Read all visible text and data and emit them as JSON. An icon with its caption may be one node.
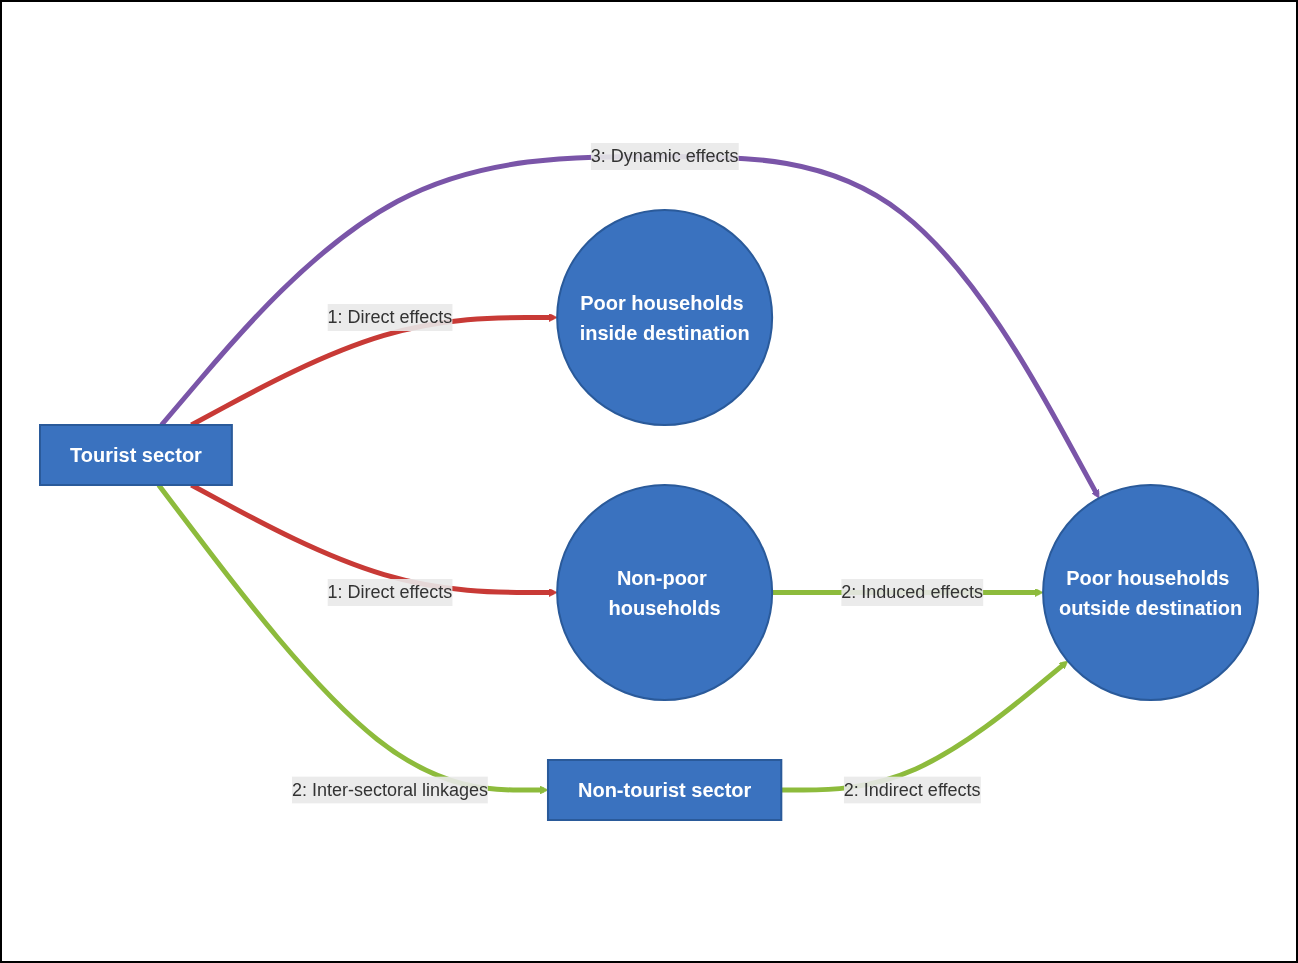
{
  "diagram": {
    "nodes": [
      {
        "text": [
          "Tourist sector"
        ]
      },
      {
        "text": [
          "Non-poor households"
        ]
      },
      {
        "text": [
          "Poor households inside destination"
        ]
      },
      {
        "text": [
          "Poor households outside destination"
        ]
      },
      {
        "text": [
          "Non-tourist sector"
        ]
      }
    ],
    "edges": [
      {
        "from": 0,
        "to": 3,
        "arrow": "to",
        "label": "3: Dynamic effects",
        "color": "#7a55a8"
      },
      {
        "from": 0,
        "to": 2,
        "arrow": "to",
        "label": "1: Direct effects",
        "color": "#c83a36"
      },
      {
        "from": 0,
        "to": 1,
        "arrow": "to",
        "label": "1: Direct effects",
        "color": "#c83a36"
      },
      {
        "from": 0,
        "to": 4,
        "arrow": "to",
        "label": "2: Inter-sectoral linkages",
        "color": "#8dbb3c"
      },
      {
        "from": 1,
        "to": 3,
        "arrow": "to",
        "label": "2: Induced effects",
        "color": "#8dbb3c"
      },
      {
        "from": 4,
        "to": 3,
        "arrow": "to",
        "label": "2: Indirect effects",
        "color": "#8dbb3c"
      }
    ]
  }
}
